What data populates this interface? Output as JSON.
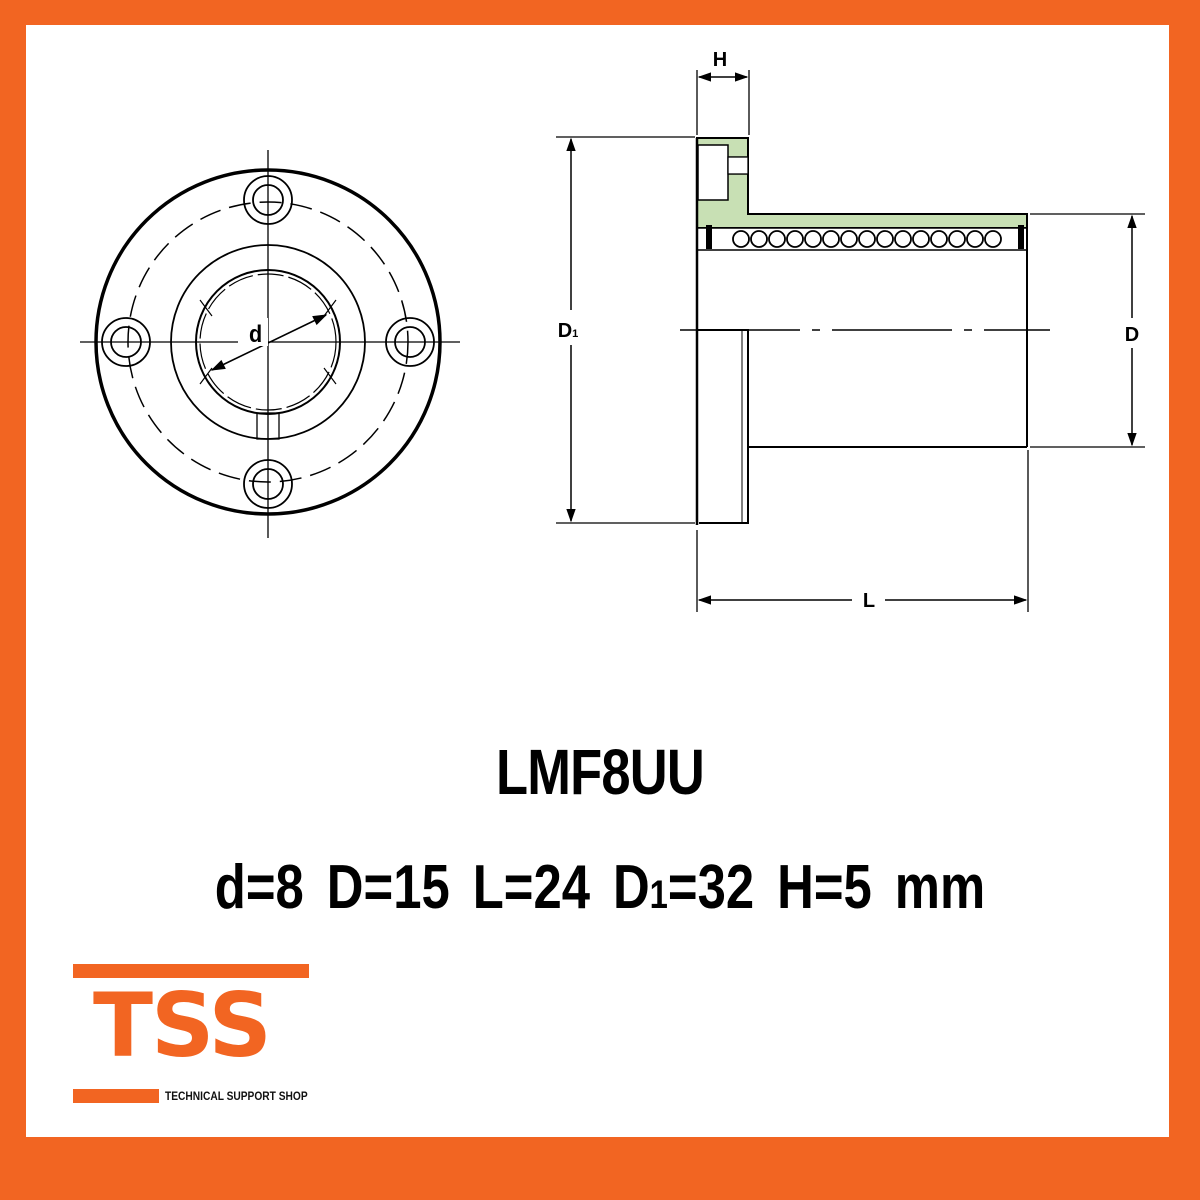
{
  "colors": {
    "brand_orange": "#F26522",
    "housing_green": "#C8E0B4",
    "line": "#000000",
    "background": "#FFFFFF"
  },
  "drawing": {
    "front_view": {
      "dimension_labels": {
        "bore": "d"
      }
    },
    "side_view": {
      "dimension_labels": {
        "flange_thickness": "H",
        "flange_diameter": "D",
        "flange_diameter_subscript": "1",
        "outer_diameter": "D",
        "length": "L"
      }
    }
  },
  "product": {
    "model": "LMF8UU",
    "specs": [
      {
        "name": "d",
        "sub": "",
        "value": "8"
      },
      {
        "name": "D",
        "sub": "",
        "value": "15"
      },
      {
        "name": "L",
        "sub": "",
        "value": "24"
      },
      {
        "name": "D",
        "sub": "1",
        "value": "32"
      },
      {
        "name": "H",
        "sub": "",
        "value": "5"
      }
    ],
    "unit": "mm",
    "spec_text": {
      "s0": "d=8",
      "s1": "D=15",
      "s2": "L=24",
      "s3_main": "D",
      "s3_sub": "1",
      "s3_value": "=32",
      "s4": "H=5",
      "unit": "mm"
    }
  },
  "brand": {
    "logo_text": "TSS",
    "tagline": "TECHNICAL SUPPORT SHOP"
  }
}
